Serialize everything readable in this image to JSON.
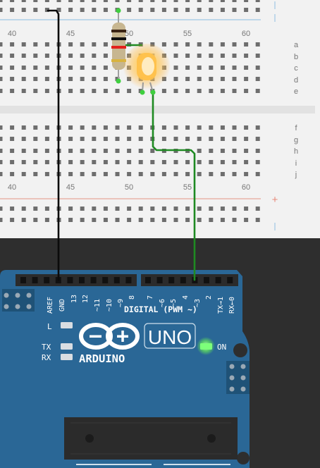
{
  "breadboard": {
    "column_labels_top": [
      "40",
      "45",
      "50",
      "55",
      "60"
    ],
    "column_labels_bottom": [
      "40",
      "45",
      "50",
      "55",
      "60"
    ],
    "row_labels_upper": [
      "a",
      "b",
      "c",
      "d",
      "e"
    ],
    "row_labels_lower": [
      "f",
      "g",
      "h",
      "i",
      "j"
    ],
    "rail_plus_symbol": "+",
    "colors": {
      "board": "#f2f2f2",
      "hole": "#6e6e6e",
      "rail_red": "#e7a79a",
      "rail_blue": "#9fc8e6",
      "label": "#777777"
    }
  },
  "components": {
    "resistor": {
      "name": "resistor",
      "band_colors": [
        "#3b2414",
        "#111111",
        "#e3221c",
        "#d8b340"
      ]
    },
    "led": {
      "name": "led",
      "color": "#ffc14a",
      "state": "on"
    }
  },
  "wires": {
    "black_wire_color": "#0b0b0b",
    "green_wire_color": "#1f8a22"
  },
  "arduino": {
    "board_color": "#2a6796",
    "header_labels": {
      "aref": "AREF",
      "gnd": "GND",
      "p13": "13",
      "p12": "12",
      "p11": "~11",
      "p10": "~10",
      "p9": "~9",
      "p8": "8",
      "p7": "7",
      "p6": "~6",
      "p5": "~5",
      "p4": "4",
      "p3": "~3",
      "p2": "2",
      "tx1": "TX→1",
      "rx0": "RX←0"
    },
    "digital_label": "DIGITAL (PWM ~)",
    "led_labels": {
      "l": "L",
      "tx": "TX",
      "rx": "RX",
      "on": "ON"
    },
    "logo_text": "ARDUINO",
    "model": "UNO",
    "power_led_color": "#5ddc5d"
  }
}
